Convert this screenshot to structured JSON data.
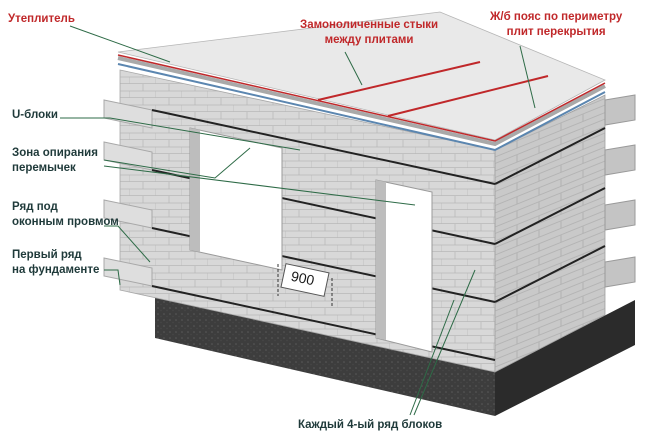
{
  "labels": {
    "insulation": "Утеплитель",
    "joints_line1": "Замоноличенные стыки",
    "joints_line2": "между плитами",
    "belt_line1": "Ж/б пояс по периметру",
    "belt_line2": "плит перекрытия",
    "u_blocks": "U-блоки",
    "lintel_zone_line1": "Зона опирания",
    "lintel_zone_line2": "перемычек",
    "under_window_line1": "Ряд под",
    "under_window_line2": "оконным провмом",
    "first_row_line1": "Первый ряд",
    "first_row_line2": "на фундаменте",
    "every_fourth": "Каждый 4-ый ряд блоков"
  },
  "dimension": "900",
  "colors": {
    "label_dark": "#1f3a3a",
    "label_red": "#c0282a",
    "leader_green": "#2e6b47",
    "block": "#d6d6d6",
    "foundation": "#3a3a3a",
    "slab": "#e6e6e6",
    "joint_red": "#c0282a",
    "insulation_blue": "#5b86b0"
  }
}
